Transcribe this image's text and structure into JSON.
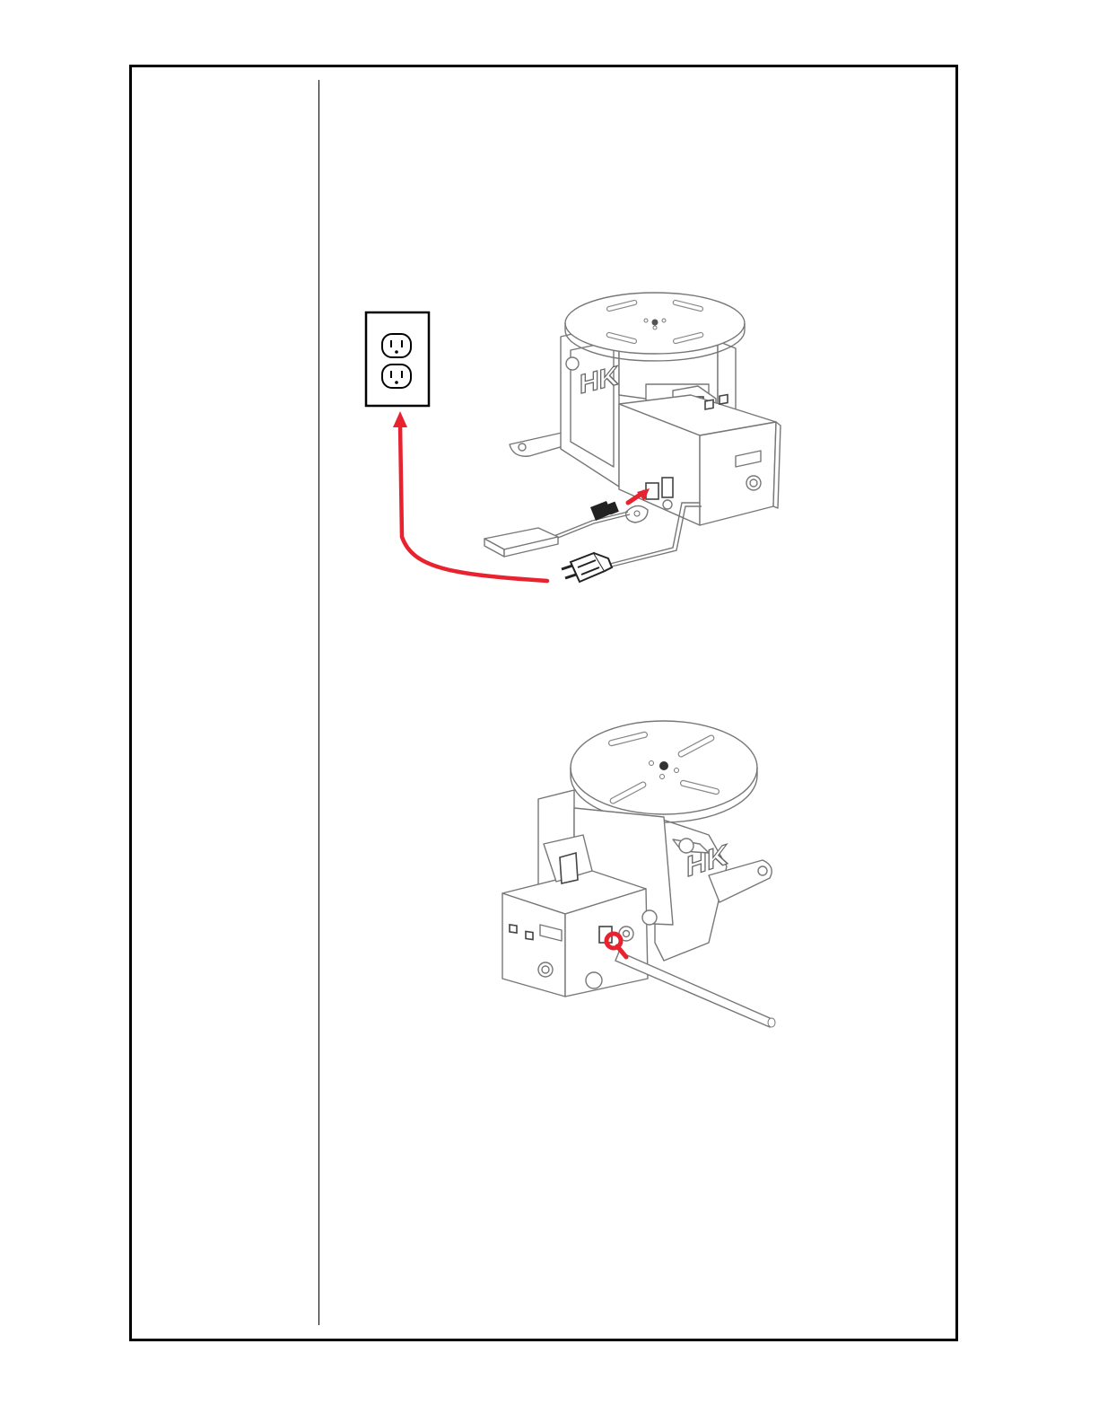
{
  "figures": [
    {
      "id": "power-connection",
      "icons": [
        "wall-outlet-icon",
        "power-plug-icon",
        "foot-pedal-icon",
        "pedal-connector-icon",
        "connection-arrow-icon"
      ],
      "logo_text": "HK",
      "colors": {
        "highlight": "#e8232f",
        "line": "#777777",
        "outline": "#000000"
      }
    },
    {
      "id": "ground-connection",
      "icons": [
        "ground-lug-icon",
        "ground-rod-icon"
      ],
      "logo_text": "HK",
      "colors": {
        "highlight": "#e8232f",
        "line": "#777777"
      }
    }
  ]
}
